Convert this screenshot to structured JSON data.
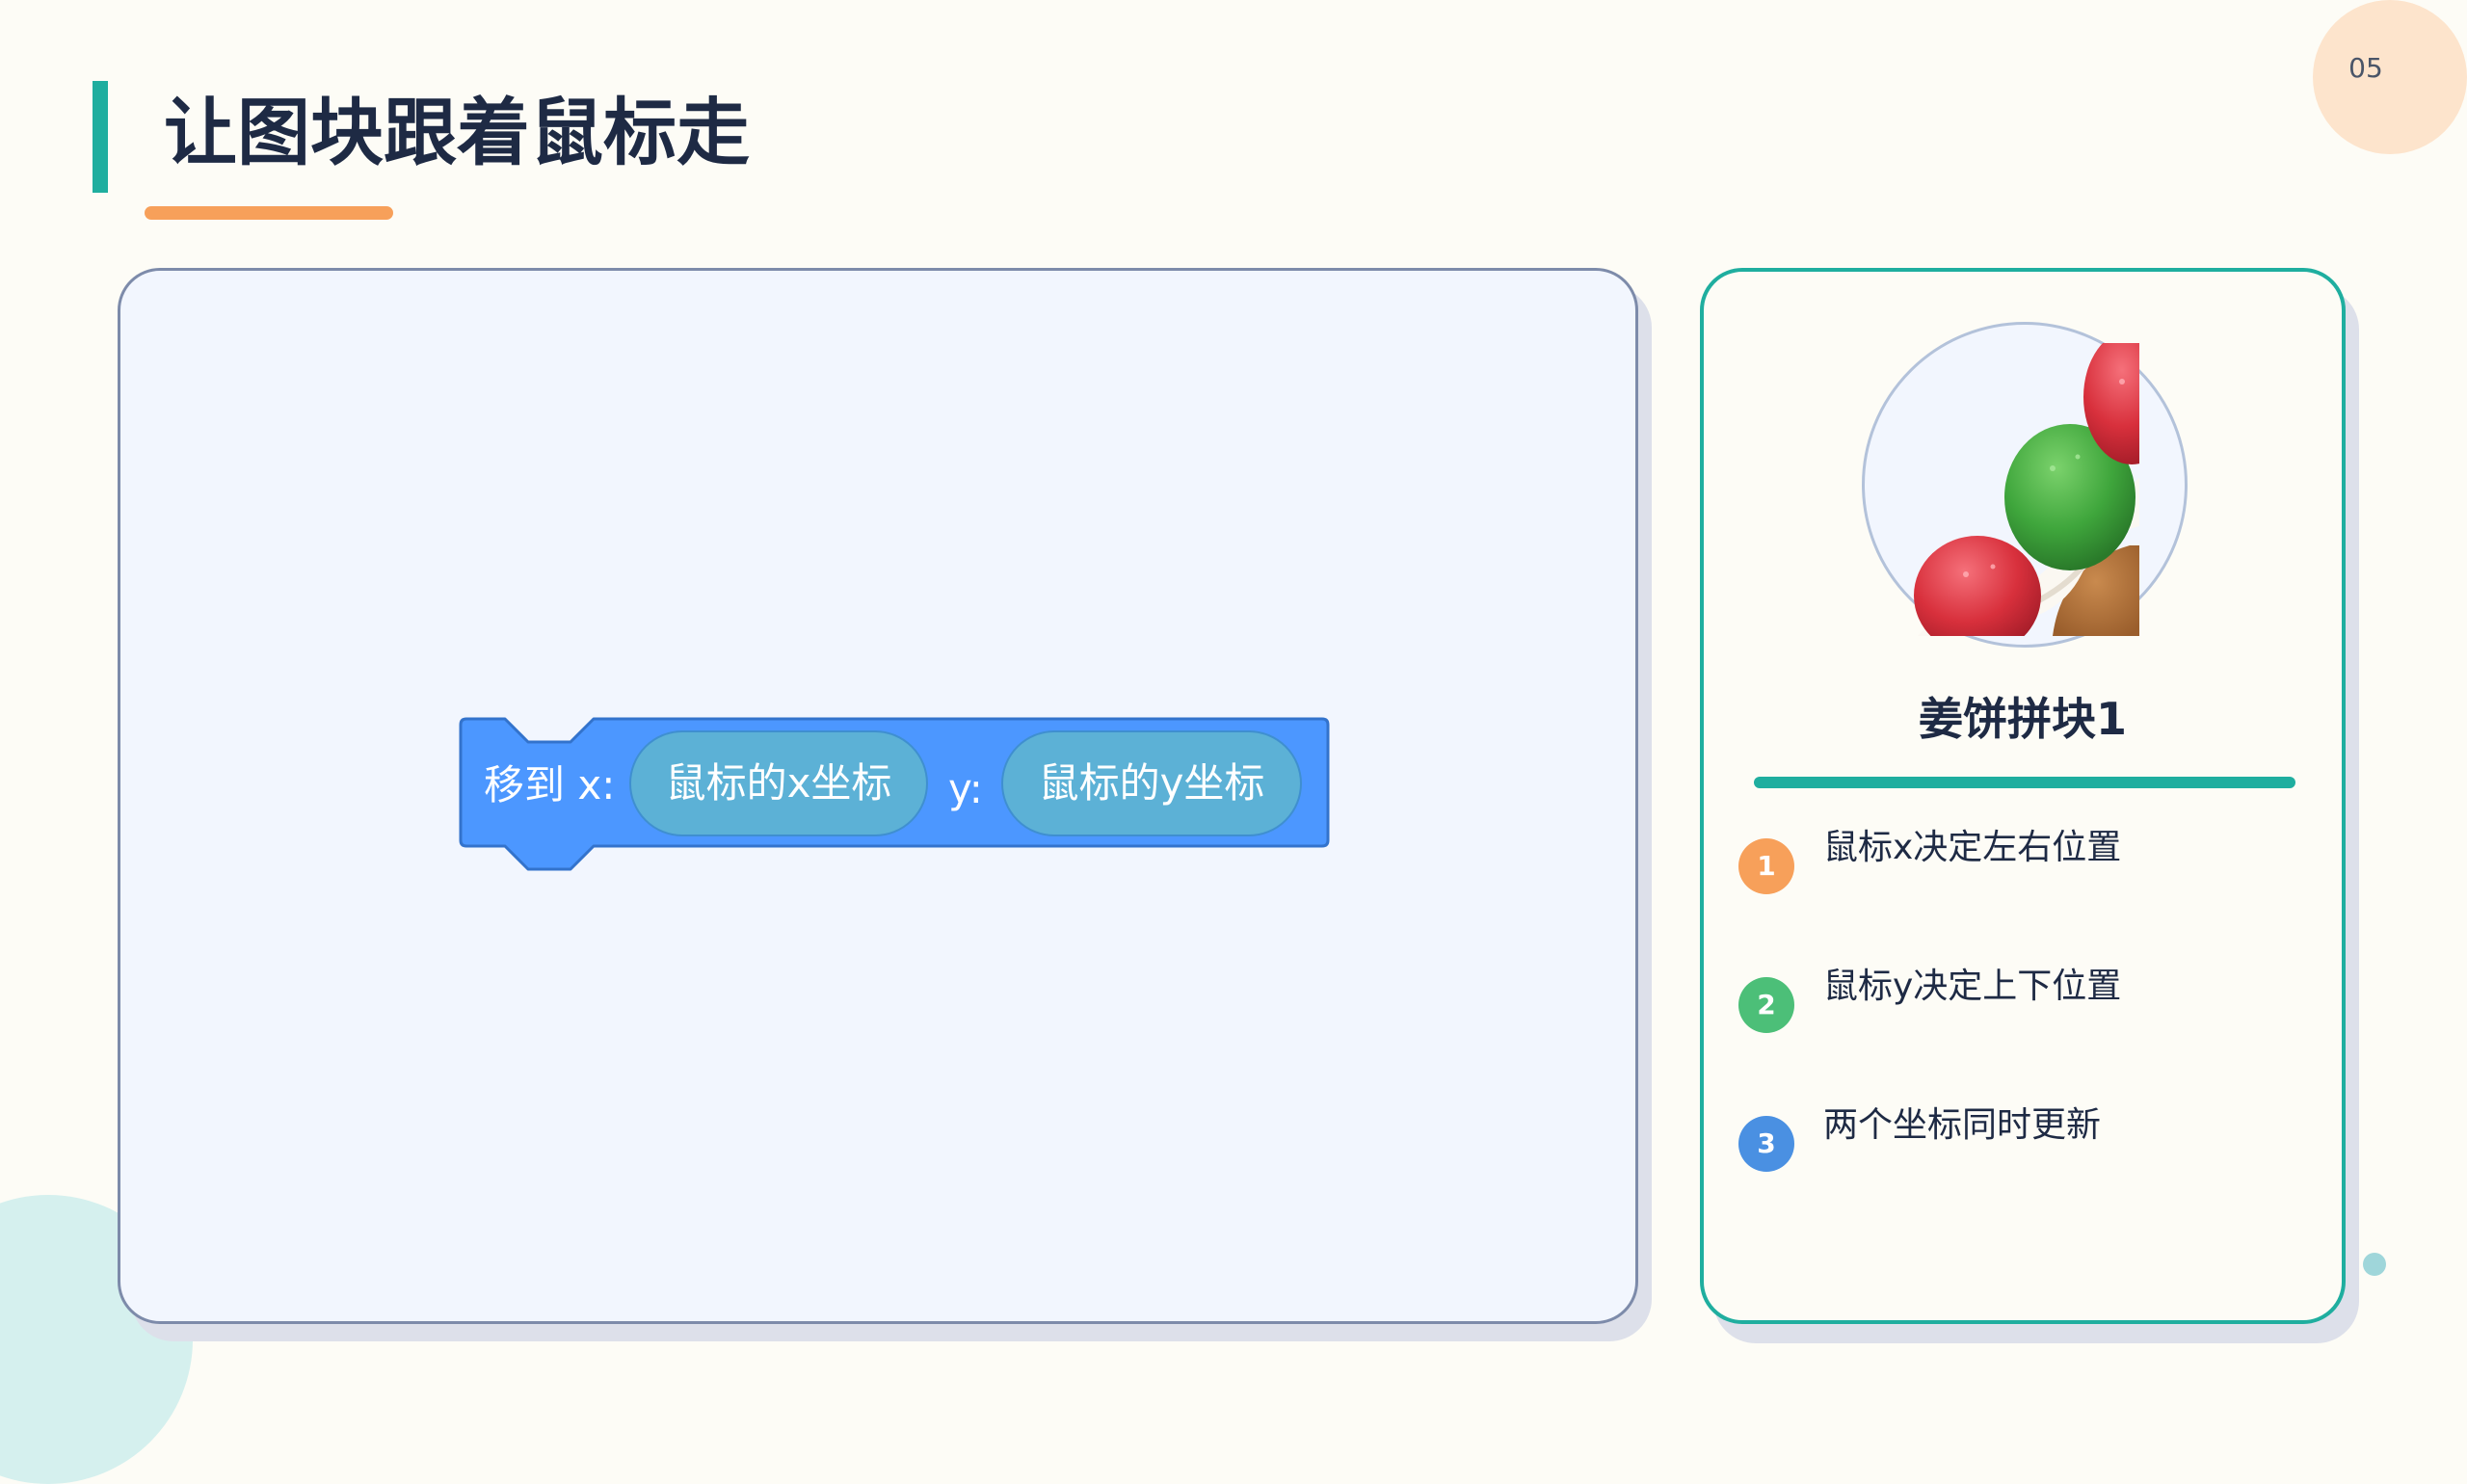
{
  "page_number": "05",
  "title": "让图块跟着鼠标走",
  "code_block": {
    "move_to_label": "移到 x:",
    "x_reporter": "鼠标的x坐标",
    "y_label": "y:",
    "y_reporter": "鼠标的y坐标"
  },
  "sprite": {
    "name": "姜饼拼块1"
  },
  "features": [
    {
      "num": "1",
      "text": "鼠标x决定左右位置"
    },
    {
      "num": "2",
      "text": "鼠标y决定上下位置"
    },
    {
      "num": "3",
      "text": "两个坐标同时更新"
    }
  ],
  "colors": {
    "accent_teal": "#1FAE9F",
    "accent_orange": "#F7A05A",
    "block_blue": "#4C97FF",
    "reporter_blue": "#5CB1D6",
    "badge_1": "#F7A05A",
    "badge_2": "#4CBF78",
    "badge_3": "#4A90E2"
  }
}
